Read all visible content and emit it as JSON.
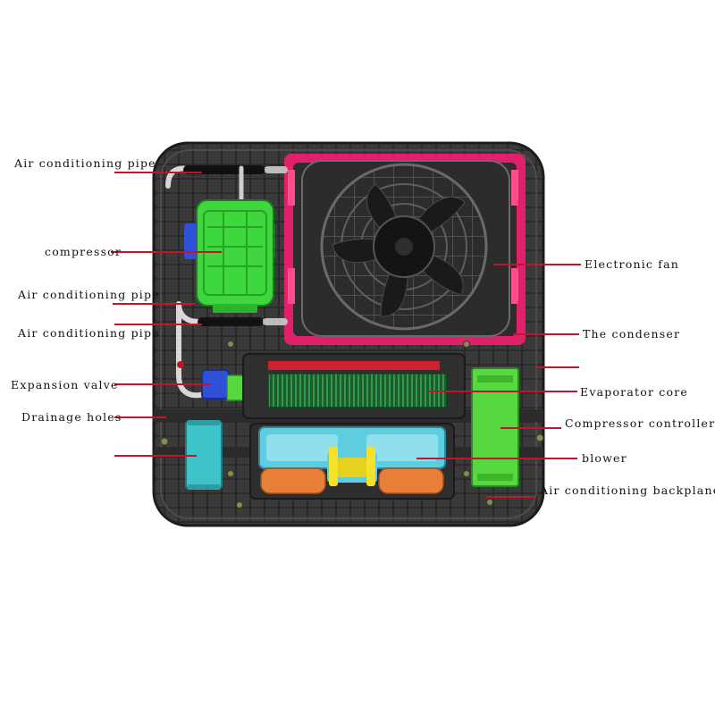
{
  "labels_left": [
    "Air conditioning pipe",
    "compressor",
    "Air conditioning pipe",
    "Air conditioning pipe",
    "Expansion valve",
    "Drainage holes"
  ],
  "labels_right": [
    "Electronic fan",
    "The condenser",
    "Evaporator core",
    "Compressor controller",
    "blower",
    "Air conditioning backplane"
  ],
  "colors": {
    "panel": "#3c3c3c",
    "panel_edge": "#222222",
    "leader": "#c0152a",
    "compressor": "#3ed83e",
    "condenser_frame": "#e0206a",
    "evaporator": "#1f7a3a",
    "blower_housing": "#5fcde0",
    "blower_lower": "#e8803a",
    "blower_motor": "#f2e22a",
    "controller": "#58d840",
    "module_cyan": "#3ec3c8",
    "valve": "#3050d8"
  },
  "icons": [
    "fan-icon"
  ]
}
